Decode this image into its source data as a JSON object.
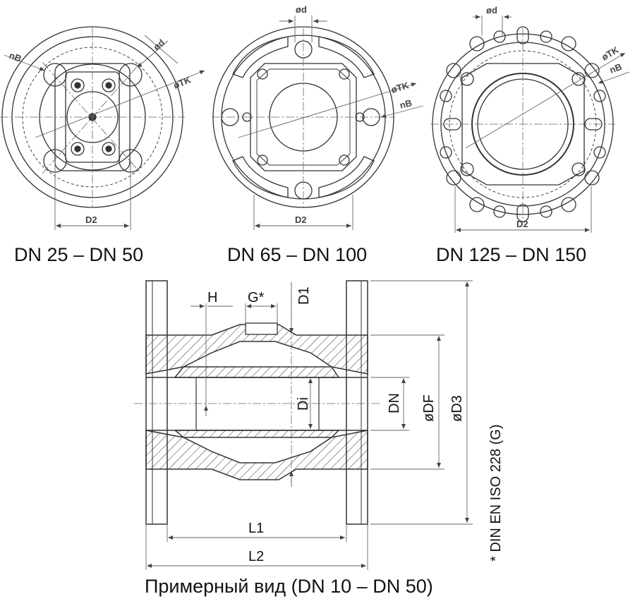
{
  "views": {
    "v1": {
      "caption": "DN 25 – DN 50",
      "labels": {
        "nb": "nB",
        "od": "ød",
        "otk": "øTK",
        "d2": "D2"
      }
    },
    "v2": {
      "caption": "DN 65 – DN 100",
      "labels": {
        "od": "ød",
        "otk": "øTK",
        "nb": "nB",
        "d2": "D2"
      }
    },
    "v3": {
      "caption": "DN 125 – DN 150",
      "labels": {
        "od": "ød",
        "otk": "øTK",
        "nb": "nB",
        "d2": "D2"
      }
    }
  },
  "section": {
    "caption": "Примерный вид  (DN 10 – DN 50)",
    "labels": {
      "h": "H",
      "g": "G*",
      "d1": "D1",
      "di": "Di",
      "dn": "DN",
      "odf": "øDF",
      "od3": "øD3",
      "l1": "L1",
      "l2": "L2"
    },
    "footnote": "* DIN EN ISO 228 (G)"
  }
}
